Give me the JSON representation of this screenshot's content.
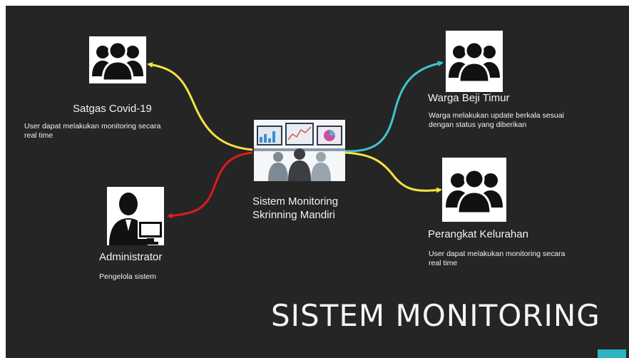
{
  "nodes": {
    "satgas": {
      "title": "Satgas Covid-19",
      "desc_line1": "User dapat melakukan monitoring secara",
      "desc_line2": "real time"
    },
    "administrator": {
      "title": "Administrator",
      "desc": "Pengelola sistem"
    },
    "center": {
      "line1": "Sistem Monitoring",
      "line2": "Skrinning Mandiri"
    },
    "warga": {
      "title": "Warga Beji Timur",
      "desc_line1": "Warga melakukan update berkala sesuai",
      "desc_line2": "dengan status yang diberikan"
    },
    "perangkat": {
      "title": "Perangkat Kelurahan",
      "desc_line1": "User dapat melakukan monitoring secara",
      "desc_line2": "real time"
    }
  },
  "slide_title": "SISTEM MONITORING",
  "colors": {
    "background": "#252525",
    "arrow_satgas": "#f2e442",
    "arrow_administrator": "#e01b1b",
    "arrow_warga": "#3fc6c9",
    "arrow_perangkat": "#f2e442",
    "accent": "#2cb5c0"
  },
  "icons": {
    "satgas": "group-users-icon",
    "administrator": "admin-computer-icon",
    "center": "monitoring-workstation-icon",
    "warga": "group-users-icon",
    "perangkat": "group-users-icon"
  }
}
